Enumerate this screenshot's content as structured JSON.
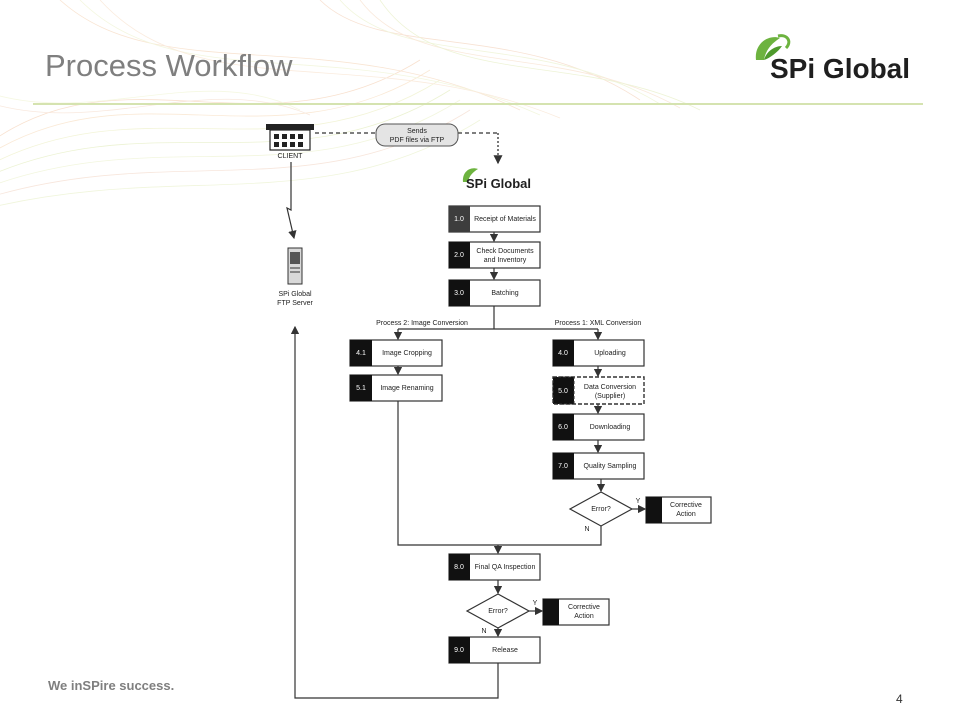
{
  "slide": {
    "title": "Process Workflow",
    "brand": "SPi Global",
    "tagline": "We inSPire success.",
    "page_number": "4"
  },
  "colors": {
    "title_gray": "#7f7f7f",
    "accent_green": "#6db33f",
    "brand_dark": "#1f1f1f",
    "box_black": "#111111",
    "box_gray": "#3d3d3d"
  },
  "diagram": {
    "client_label": "CLIENT",
    "ftp_note_line1": "Sends",
    "ftp_note_line2": "PDF files via FTP",
    "server_line1": "SPi Global",
    "server_line2": "FTP Server",
    "company": "SPi Global",
    "steps": {
      "s1": {
        "num": "1.0",
        "line1": "Receipt of Materials",
        "line2": ""
      },
      "s2": {
        "num": "2.0",
        "line1": "Check Documents",
        "line2": "and Inventory"
      },
      "s3": {
        "num": "3.0",
        "line1": "Batching",
        "line2": ""
      },
      "s41": {
        "num": "4.1",
        "line1": "Image Cropping",
        "line2": ""
      },
      "s51": {
        "num": "5.1",
        "line1": "Image Renaming",
        "line2": ""
      },
      "s4": {
        "num": "4.0",
        "line1": "Uploading",
        "line2": ""
      },
      "s5": {
        "num": "5.0",
        "line1": "Data Conversion",
        "line2": "(Supplier)"
      },
      "s6": {
        "num": "6.0",
        "line1": "Downloading",
        "line2": ""
      },
      "s7": {
        "num": "7.0",
        "line1": "Quality Sampling",
        "line2": ""
      },
      "s8": {
        "num": "8.0",
        "line1": "Final QA Inspection",
        "line2": ""
      },
      "s9": {
        "num": "9.0",
        "line1": "Release",
        "line2": ""
      }
    },
    "branch_left": "Process 2: Image Conversion",
    "branch_right": "Process 1: XML Conversion",
    "decisions": {
      "d1": {
        "label": "Error?",
        "yes": "Y",
        "no": "N"
      },
      "d2": {
        "label": "Error?",
        "yes": "Y",
        "no": "N"
      }
    },
    "corrective1": {
      "line1": "Corrective",
      "line2": "Action"
    },
    "corrective2": {
      "line1": "Corrective",
      "line2": "Action"
    }
  }
}
